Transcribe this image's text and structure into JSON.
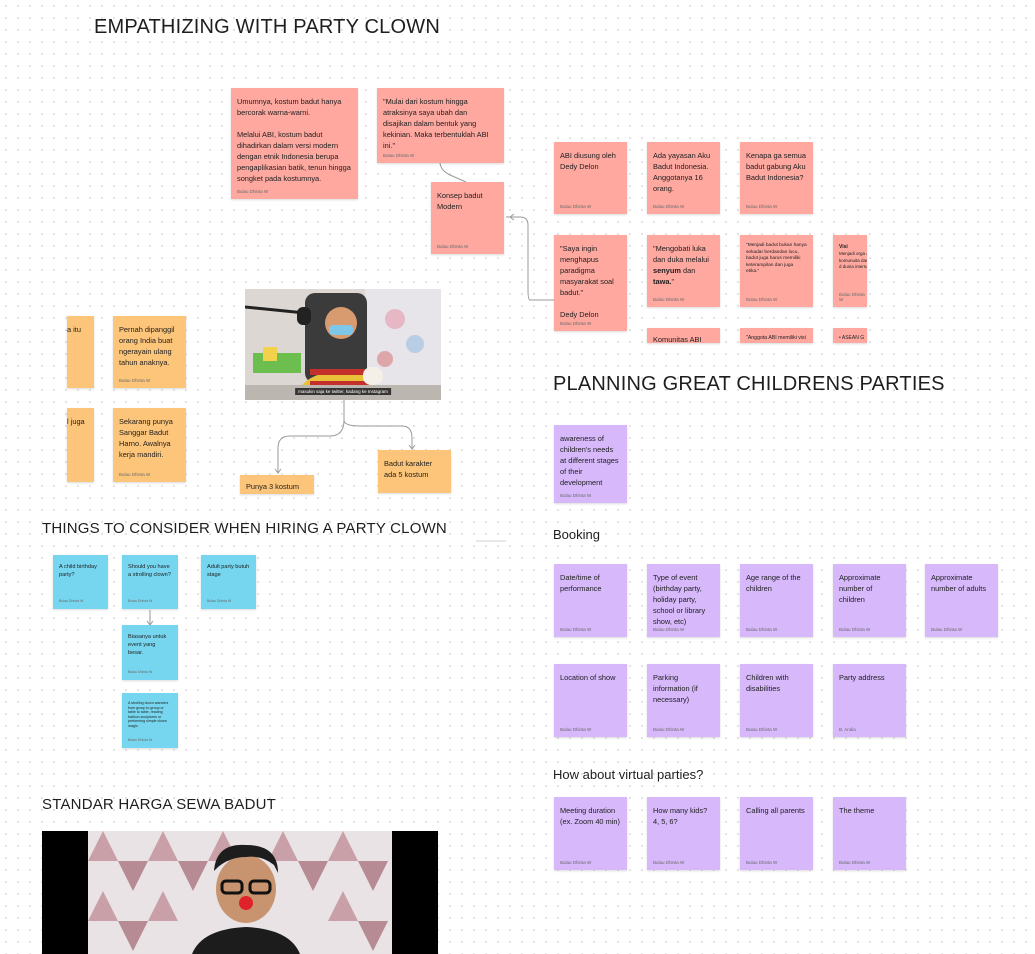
{
  "sections": {
    "empathizing": "EMPATHIZING WITH PARTY CLOWN",
    "planning": "PLANNING GREAT CHILDRENS PARTIES",
    "hiring": "THINGS TO CONSIDER WHEN HIRING A PARTY CLOWN",
    "harga": "STANDAR HARGA SEWA BADUT"
  },
  "subsections": {
    "booking": "Booking",
    "virtual": "How about virtual parties?"
  },
  "author": "Bulau Dhinta W",
  "author_short": "B. Andia",
  "empathy": {
    "kostum_note": "Umumnya, kostum badut hanya bercorak warna-warni.\n\nMelalui ABI, kostum badut dihadirkan dalam versi modern dengan etnik Indonesia berupa pengaplikasian batik, tenun hingga songket pada kostumnya.",
    "quote_kostum": "\"Mulai dari kostum hingga atraksinya saya ubah dan disajikan dalam bentuk yang kekinian. Maka terbentuklah ABI ini.\"",
    "konsep": "Konsep badut Modern",
    "abi_diusung": "ABI diusung oleh Dedy Delon",
    "yayasan": "Ada yayasan Aku Badut Indonesia. Anggotanya 16 orang.",
    "kenapa": "Kenapa ga semua badut gabung Aku Badut Indonesia?",
    "quote_dedy": "\"Saya ingin menghapus paradigma masyarakat soal badut.\"\n\nDedy Delon",
    "mengobati_a": "\"Mengobati luka dan duka melalui ",
    "mengobati_b": "senyum",
    "mengobati_c": " dan ",
    "mengobati_d": "tawa.",
    "mengobati_e": "\"",
    "menjadi": "\"Menjadi badut bukan hanya sekadar berdandan lucu, badut juga harus memiliki keterampilan dan juga etika.\"",
    "visi_title": "Visi",
    "visi_body": "Menjadi orga & komunuita dan paling d dunia interna",
    "komunitas": "Komunitas ABI",
    "anggota": "\"Anggota ABI memiliki visi",
    "asean": "• ASEAN G",
    "pernah": "Pernah dipanggil orang India buat ngerayain ulang tahun anaknya.",
    "sekarang": "Sekarang punya Sanggar Badut Harno. Awalnya kerja mandiri.",
    "partial_itu": "a itu",
    "partial_juga": "l juga",
    "punya3": "Punya 3 kostum",
    "badut5": "Badut karakter ada 5 kostum",
    "video_caption": "masukin saja ke twitter, kadang ke Instagram"
  },
  "hiring": {
    "birthday": "A child birthday party?",
    "strolling": "Should you have a strolling clown?",
    "adult": "Adult party butuh stage",
    "biasanya": "Biasanya untuk event yang besar.",
    "strolling_desc": "A strolling clown wanders from group to group or table to table, reading balloon sculptures or performing simple clown magic."
  },
  "planning": {
    "awareness": "awareness of children's needs at different stages of their development",
    "booking": [
      "Date/time of performance",
      "Type of event (birthday party, holiday party, school or library show, etc)",
      "Age range of the children",
      "Approximate number of children",
      "Approximate number of adults"
    ],
    "booking2": [
      "Location of show",
      "Parking information (if necessary)",
      "Children with disabilities",
      "Party address"
    ],
    "virtual": [
      "Meeting duration (ex. Zoom 40 min)",
      "How many kids? 4, 5, 6?",
      "Calling all parents",
      "The theme"
    ]
  },
  "colors": {
    "red": "#fea8a0",
    "orange": "#fdc579",
    "blue": "#76d6ef",
    "purple": "#d6b8fb"
  }
}
